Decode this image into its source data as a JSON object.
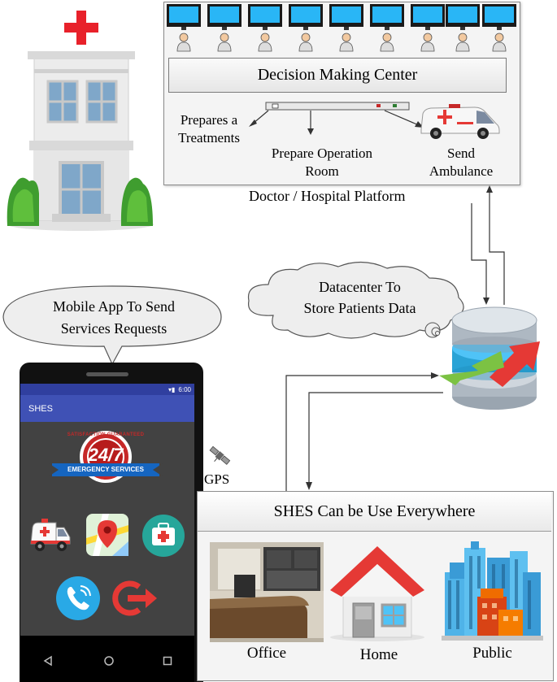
{
  "platform": {
    "decision_center": "Decision Making Center",
    "prepares_treatments": "Prepares a\nTreatments",
    "prepare_operation_room": "Prepare Operation\nRoom",
    "send_ambulance": "Send\nAmbulance",
    "caption": "Doctor / Hospital Platform"
  },
  "datacenter": {
    "label": "Datacenter To\nStore Patients Data"
  },
  "mobile_bubble": {
    "label": "Mobile App To Send\nServices Requests"
  },
  "phone": {
    "time": "6:00",
    "app_title": "SHES",
    "badge_top": "SATISFACTION GUARANTEED",
    "badge_main": "24/7",
    "badge_ribbon": "EMERGENCY SERVICES"
  },
  "gps": {
    "label": "GPS"
  },
  "everywhere": {
    "title": "SHES Can be Use Everywhere",
    "office": "Office",
    "home": "Home",
    "public": "Public"
  },
  "colors": {
    "app_bar": "#3f51b5",
    "status_bar": "#303f9f",
    "screen_bg": "#424242",
    "monitor_screen": "#29b6f6",
    "hospital_cross": "#e8212a"
  }
}
